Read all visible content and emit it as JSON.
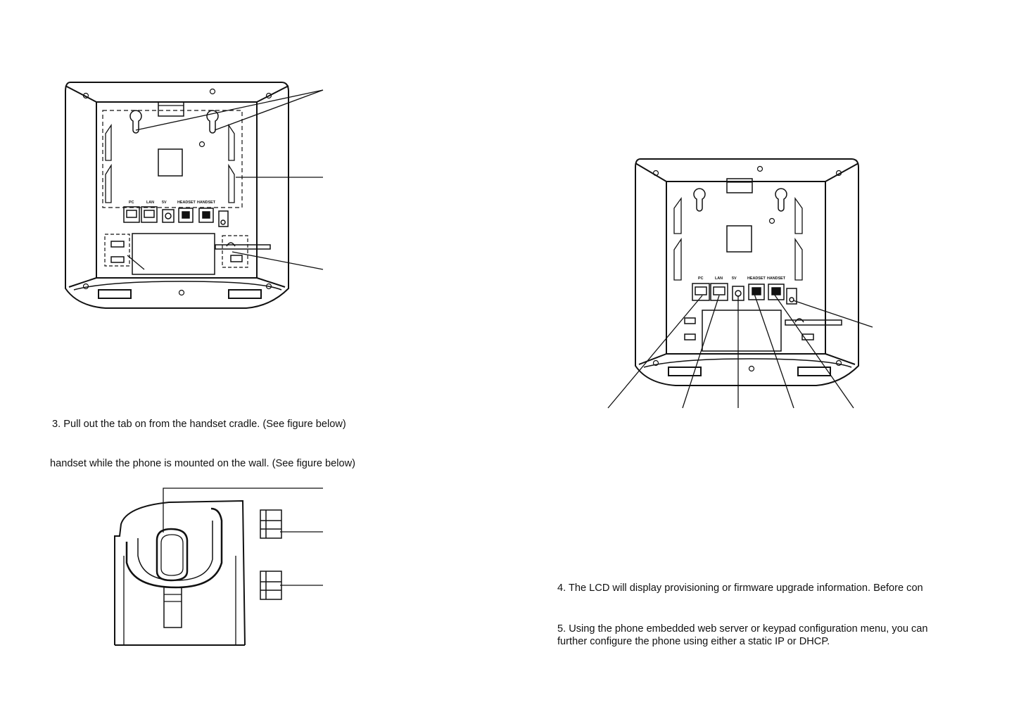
{
  "left": {
    "step3": "3. Pull out the tab on from the handset cradle. (See figure below)",
    "step3_cont": "handset while the phone is mounted on the wall. (See figure below)"
  },
  "right": {
    "step4": "4. The LCD will display provisioning or firmware upgrade information. Before con",
    "step5_line1": "5. Using the phone embedded web server or keypad configuration menu, you can",
    "step5_line2": "further configure the phone using either a static IP or DHCP."
  },
  "port_labels": {
    "pc": "PC",
    "lan": "LAN",
    "power": "5V",
    "headset": "HEADSET",
    "handset": "HANDSET"
  }
}
